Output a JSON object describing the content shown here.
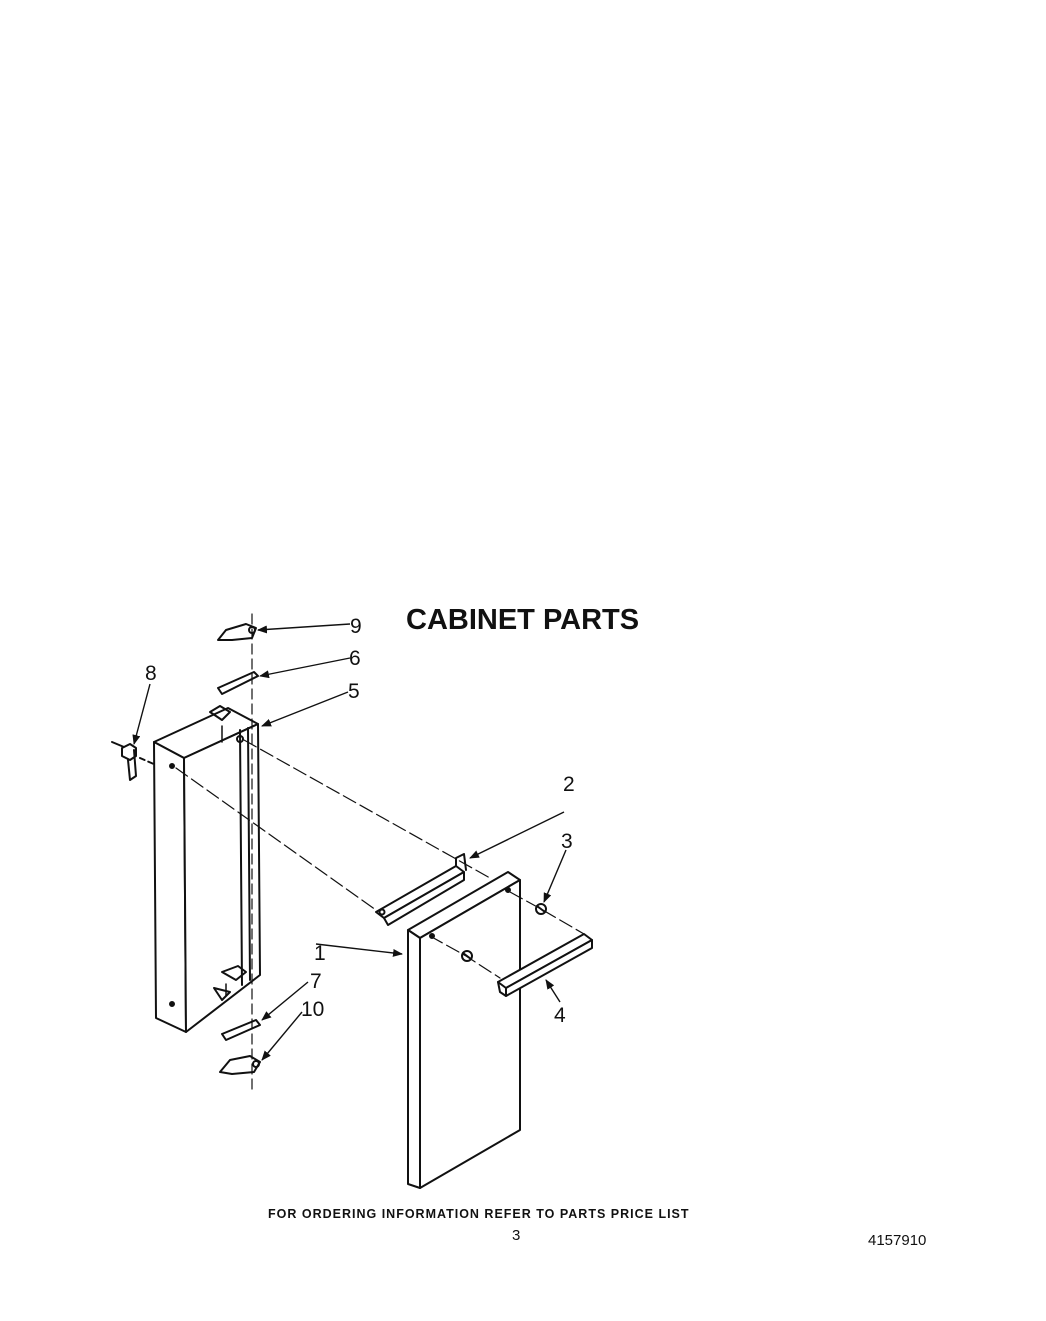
{
  "title": "CABINET PARTS",
  "footer": "FOR ORDERING INFORMATION REFER TO PARTS PRICE LIST",
  "page_number": "3",
  "document_number": "4157910",
  "callouts": [
    "1",
    "2",
    "3",
    "4",
    "5",
    "6",
    "7",
    "8",
    "9",
    "10"
  ]
}
